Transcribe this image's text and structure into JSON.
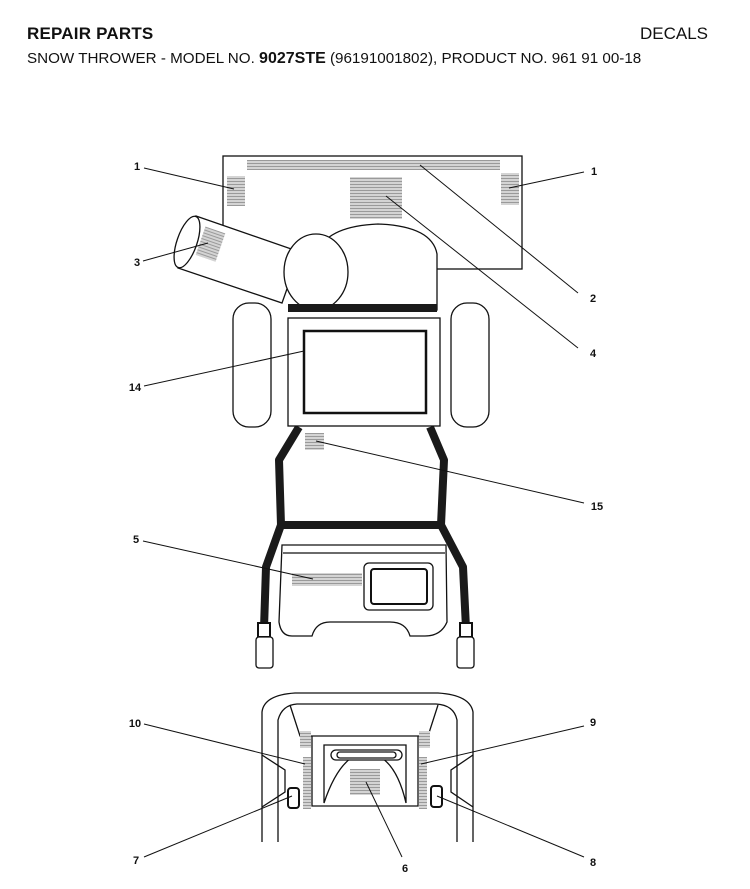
{
  "header": {
    "section": "REPAIR PARTS",
    "category": "DECALS",
    "subtitle_prefix": "SNOW THROWER - MODEL NO. ",
    "model_no": "9027STE",
    "subtitle_suffix": " (96191001802), PRODUCT NO. 961 91 00-18"
  },
  "callouts": {
    "c1a": "1",
    "c1b": "1",
    "c2": "2",
    "c3": "3",
    "c4": "4",
    "c14": "14",
    "c15": "15",
    "c5": "5",
    "c10": "10",
    "c9": "9",
    "c7": "7",
    "c6": "6",
    "c8": "8"
  }
}
